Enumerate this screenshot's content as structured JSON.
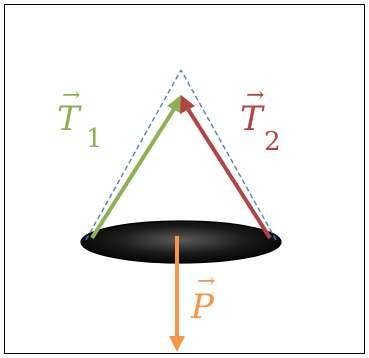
{
  "diagram": {
    "frame_color": "#000000",
    "dashed_color": "#4f81bd",
    "disk_color": "#111111",
    "vectors": {
      "t1": {
        "symbol": "T",
        "subscript": "1",
        "arrow": "→",
        "color": "#8db255"
      },
      "t2": {
        "symbol": "T",
        "subscript": "2",
        "arrow": "→",
        "color": "#b24443"
      },
      "p": {
        "symbol": "P",
        "subscript": "",
        "arrow": "→",
        "color": "#f79646"
      }
    }
  }
}
